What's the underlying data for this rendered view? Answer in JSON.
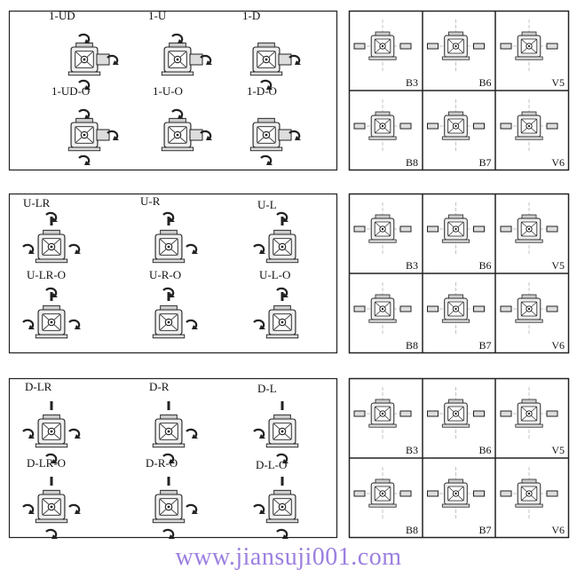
{
  "groups": [
    {
      "labels": [
        "1-UD",
        "1-U",
        "1-D",
        "1-UD-O",
        "1-U-O",
        "1-D-O"
      ],
      "positions": [
        "B3",
        "B6",
        "V5",
        "B8",
        "B7",
        "V6"
      ]
    },
    {
      "labels": [
        "U-LR",
        "U-R",
        "U-L",
        "U-LR-O",
        "U-R-O",
        "U-L-O"
      ],
      "positions": [
        "B3",
        "B6",
        "V5",
        "B8",
        "B7",
        "V6"
      ]
    },
    {
      "labels": [
        "D-LR",
        "D-R",
        "D-L",
        "D-LR-O",
        "D-R-O",
        "D-L-O"
      ],
      "positions": [
        "B3",
        "B6",
        "V5",
        "B8",
        "B7",
        "V6"
      ]
    }
  ],
  "watermark": "www.jiansuji001.com",
  "colors": {
    "line": "#222222",
    "watermark": "#9b7fe0"
  }
}
